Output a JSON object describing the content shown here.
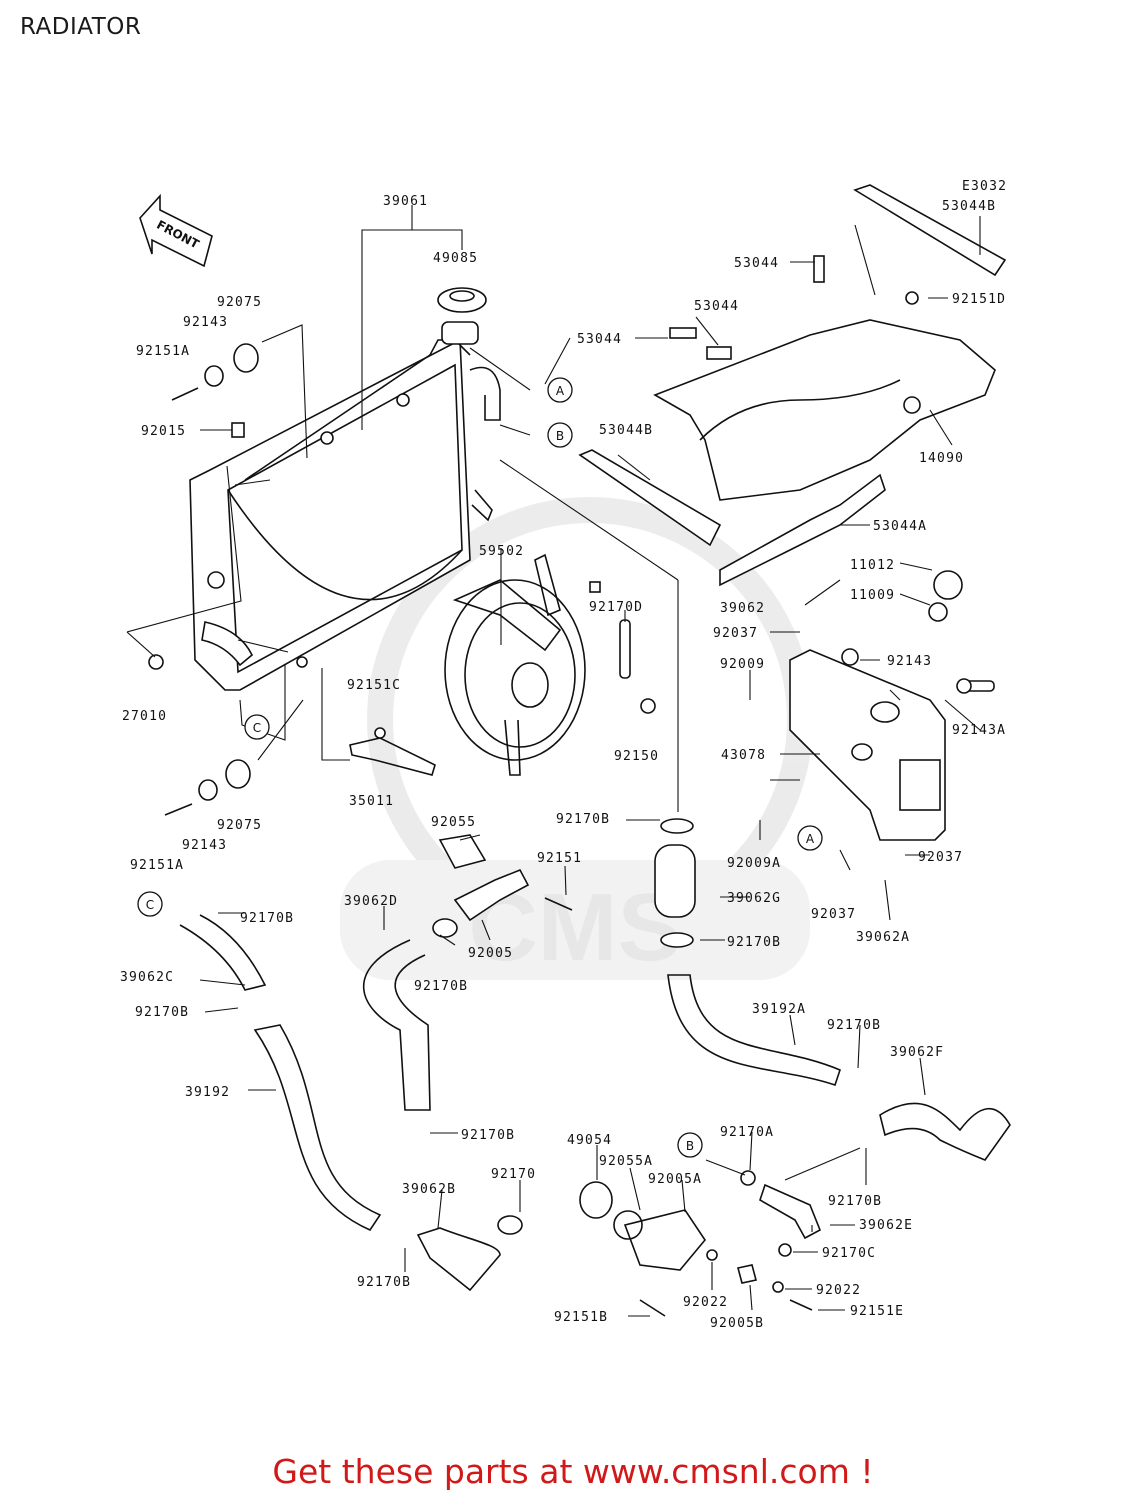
{
  "title": "RADIATOR",
  "ref_code": "E3032",
  "front_label": "FRONT",
  "watermark_text": "CMS",
  "footer": "Get these parts at www.cmsnl.com !",
  "callouts": [
    "A",
    "B",
    "C"
  ],
  "labels": [
    "39061",
    "49085",
    "92075",
    "92143",
    "92151A",
    "92015",
    "53044B",
    "53044",
    "53044",
    "92151D",
    "53044",
    "53044B",
    "14090",
    "53044A",
    "59502",
    "92170D",
    "11012",
    "11009",
    "39062",
    "92037",
    "92009",
    "92143",
    "92143A",
    "43078",
    "27010",
    "92151C",
    "92150",
    "35011",
    "92075",
    "92143",
    "92151A",
    "92055",
    "92151",
    "92170B",
    "39062G",
    "92009A",
    "92037",
    "92037",
    "39062A",
    "92170B",
    "39062D",
    "92005",
    "92170B",
    "92170B",
    "39062C",
    "92170B",
    "39192A",
    "92170B",
    "39062F",
    "39192",
    "92170B",
    "49054",
    "92055A",
    "92005A",
    "92170A",
    "92170",
    "39062B",
    "92170B",
    "39062E",
    "92170C",
    "92022",
    "92022",
    "92005B",
    "92151B",
    "92151E",
    "92170B"
  ]
}
